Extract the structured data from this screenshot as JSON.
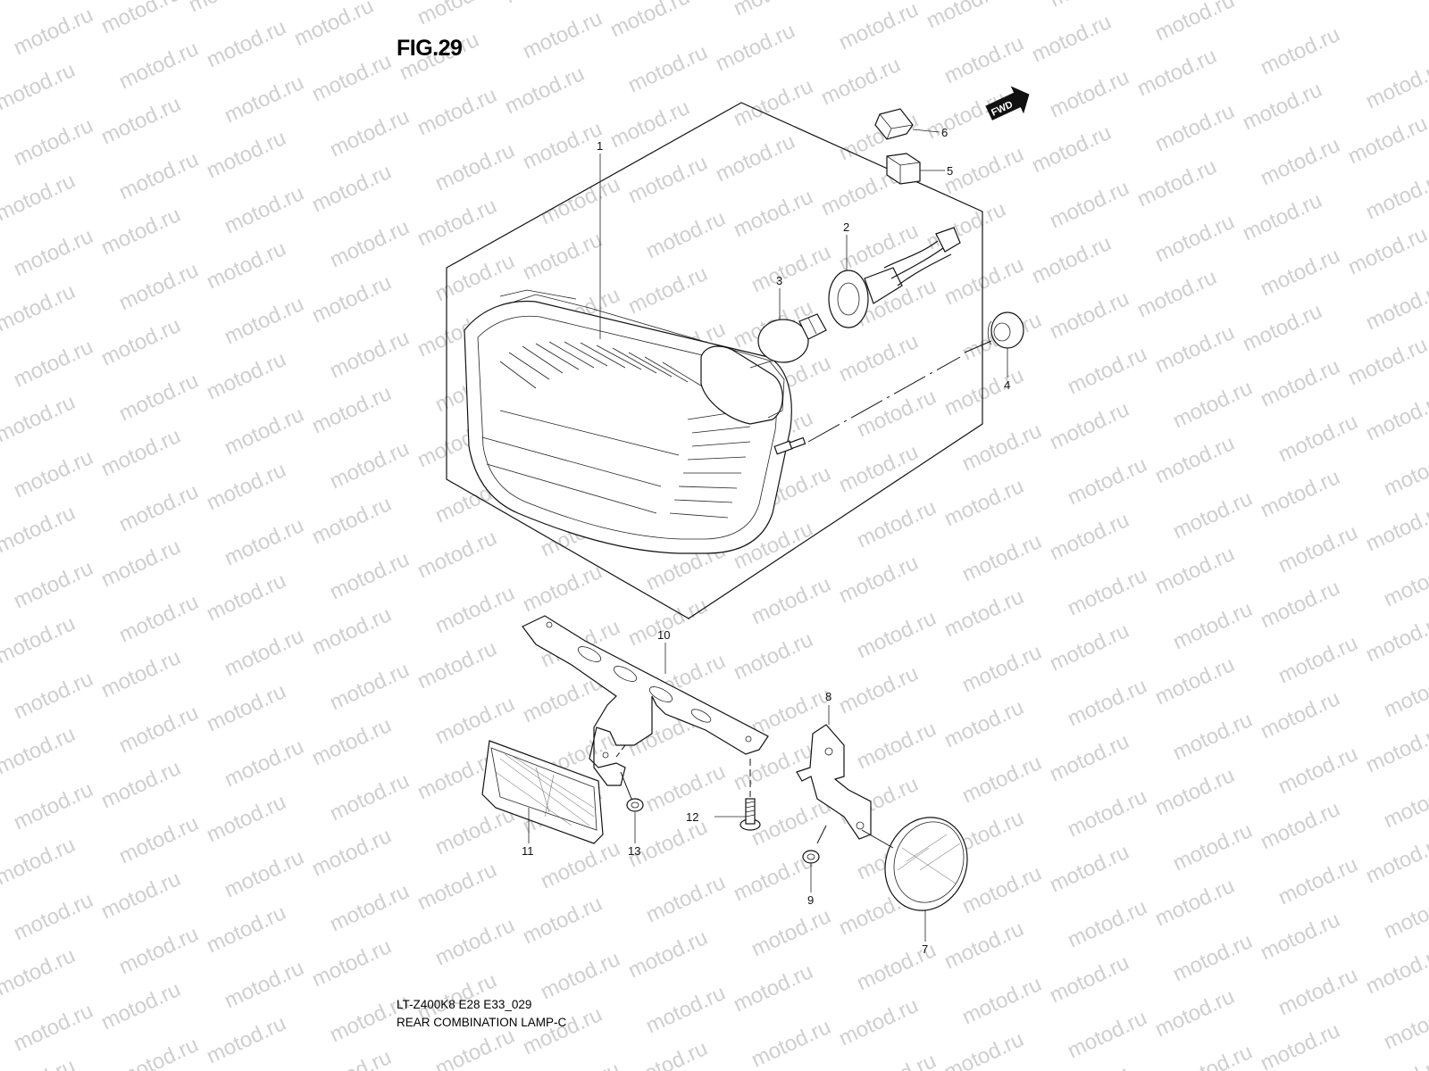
{
  "figure": {
    "title": "FIG.29",
    "fwd_label": "FWD",
    "code": "LT-Z400K8 E28 E33_029",
    "name": "REAR COMBINATION LAMP-C"
  },
  "watermark_text": "motod.ru",
  "callouts": [
    "1",
    "2",
    "3",
    "4",
    "5",
    "6",
    "7",
    "8",
    "9",
    "10",
    "11",
    "12",
    "13"
  ]
}
